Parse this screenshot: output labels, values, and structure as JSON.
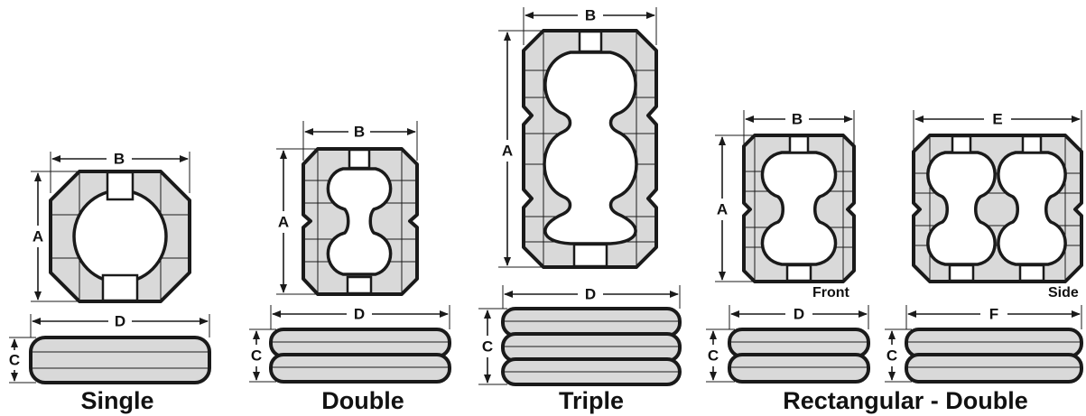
{
  "captions": {
    "single": "Single",
    "double": "Double",
    "triple": "Triple",
    "rectangular": "Rectangular - Double"
  },
  "sublabels": {
    "front": "Front",
    "side": "Side"
  },
  "dimensions": {
    "a": "A",
    "b": "B",
    "c": "C",
    "d": "D",
    "e": "E",
    "f": "F"
  },
  "colors": {
    "fill": "#d9d9d9",
    "outline": "#1a1a1a",
    "background": "#ffffff"
  }
}
